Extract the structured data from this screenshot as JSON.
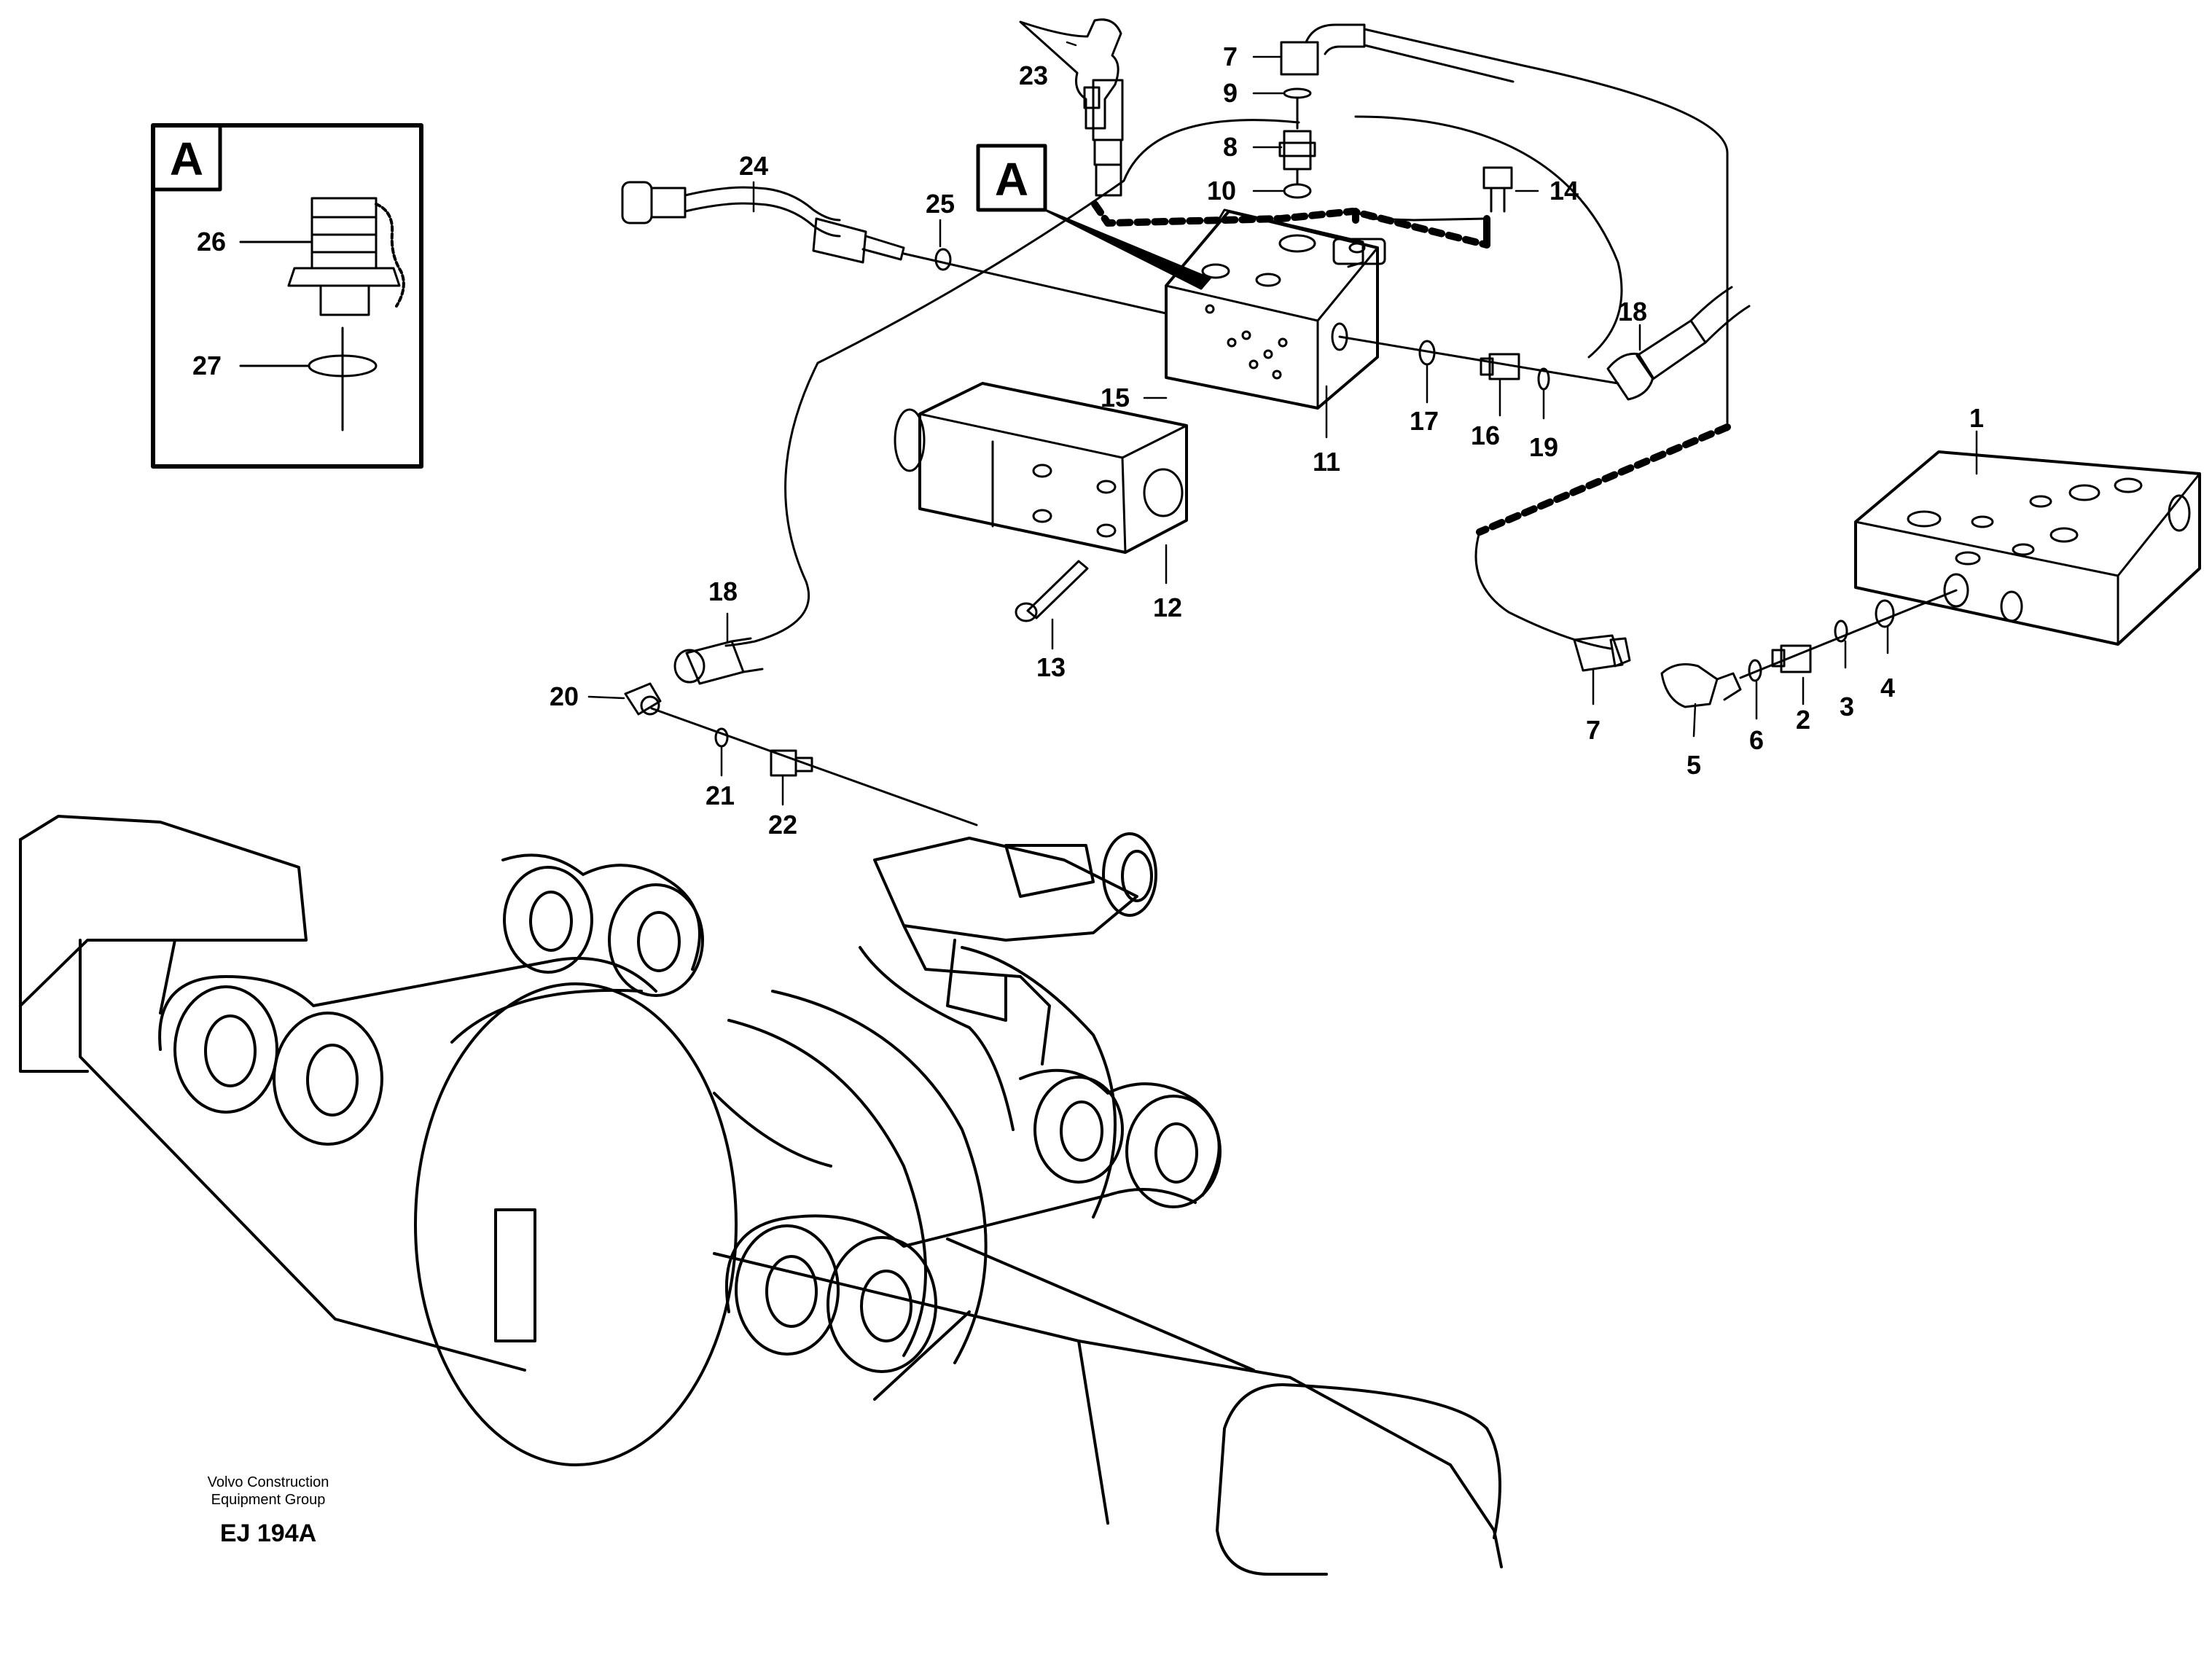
{
  "detail_view": {
    "letter": "A"
  },
  "view_marker": {
    "letter": "A"
  },
  "callouts": [
    {
      "id": "c1",
      "label": "1"
    },
    {
      "id": "c2",
      "label": "2"
    },
    {
      "id": "c3",
      "label": "3"
    },
    {
      "id": "c4",
      "label": "4"
    },
    {
      "id": "c5",
      "label": "5"
    },
    {
      "id": "c6",
      "label": "6"
    },
    {
      "id": "c7a",
      "label": "7"
    },
    {
      "id": "c7b",
      "label": "7"
    },
    {
      "id": "c8",
      "label": "8"
    },
    {
      "id": "c9",
      "label": "9"
    },
    {
      "id": "c10",
      "label": "10"
    },
    {
      "id": "c11",
      "label": "11"
    },
    {
      "id": "c12",
      "label": "12"
    },
    {
      "id": "c13",
      "label": "13"
    },
    {
      "id": "c14",
      "label": "14"
    },
    {
      "id": "c15",
      "label": "15"
    },
    {
      "id": "c16",
      "label": "16"
    },
    {
      "id": "c17",
      "label": "17"
    },
    {
      "id": "c18a",
      "label": "18"
    },
    {
      "id": "c18b",
      "label": "18"
    },
    {
      "id": "c19",
      "label": "19"
    },
    {
      "id": "c20",
      "label": "20"
    },
    {
      "id": "c21",
      "label": "21"
    },
    {
      "id": "c22",
      "label": "22"
    },
    {
      "id": "c23",
      "label": "23"
    },
    {
      "id": "c24",
      "label": "24"
    },
    {
      "id": "c25",
      "label": "25"
    },
    {
      "id": "c26",
      "label": "26"
    },
    {
      "id": "c27",
      "label": "27"
    }
  ],
  "credit": {
    "line1": "Volvo Construction",
    "line2": "Equipment Group",
    "code": "EJ 194A"
  }
}
